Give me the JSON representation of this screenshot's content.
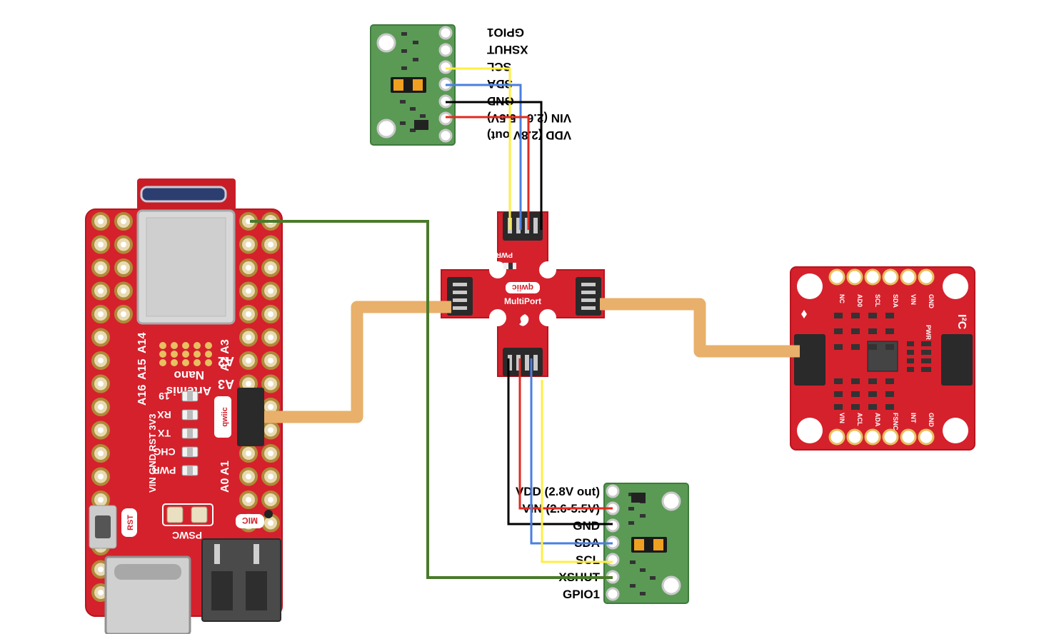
{
  "colors": {
    "board_red": "#d5212c",
    "sensor_green": "#5a9a55",
    "wire_green": "#4a7a2a",
    "qwiic_cable": "#e8b06a",
    "wire_yellow": "#ffee44",
    "wire_blue": "#4a7fe0",
    "wire_black": "#000000",
    "wire_red": "#e02a20"
  },
  "top_sensor": {
    "pins": [
      "GPIO1",
      "XSHUT",
      "SCL",
      "SDA",
      "GND",
      "VIN (2.6 - 5.5V)",
      "VDD (2.8V out)"
    ]
  },
  "bottom_sensor": {
    "pins": [
      "VDD (2.8V out)",
      "VIN (2.6-5.5V)",
      "GND",
      "SDA",
      "SCL",
      "XSHUT",
      "GPIO1"
    ]
  },
  "multiport": {
    "pwr": "PWR",
    "qwiic": "qwiic",
    "name": "MultiPort"
  },
  "artemis": {
    "analog_top": [
      "A2",
      "A3"
    ],
    "analog_bottom": [
      "A0",
      "A1"
    ],
    "pins_mid": [
      "A16",
      "A15",
      "A14"
    ],
    "name1": "Artemis",
    "name2": "Nano",
    "leds": [
      "19",
      "RX",
      "TX",
      "CHG",
      "PWR"
    ],
    "left_pins": "VIN GND RST 3V3",
    "rst": "RST",
    "pswc": "PSWC",
    "mic": "MIC",
    "qwiic": "qwiic"
  },
  "imu": {
    "top_pins": [
      "NC",
      "AD0",
      "SCL",
      "SDA",
      "VIN",
      "GND"
    ],
    "bottom_pins": [
      "VIN",
      "ACL",
      "ADA",
      "FSNC",
      "INT",
      "GND"
    ],
    "i2c": "I²C",
    "pwr": "PWR"
  }
}
